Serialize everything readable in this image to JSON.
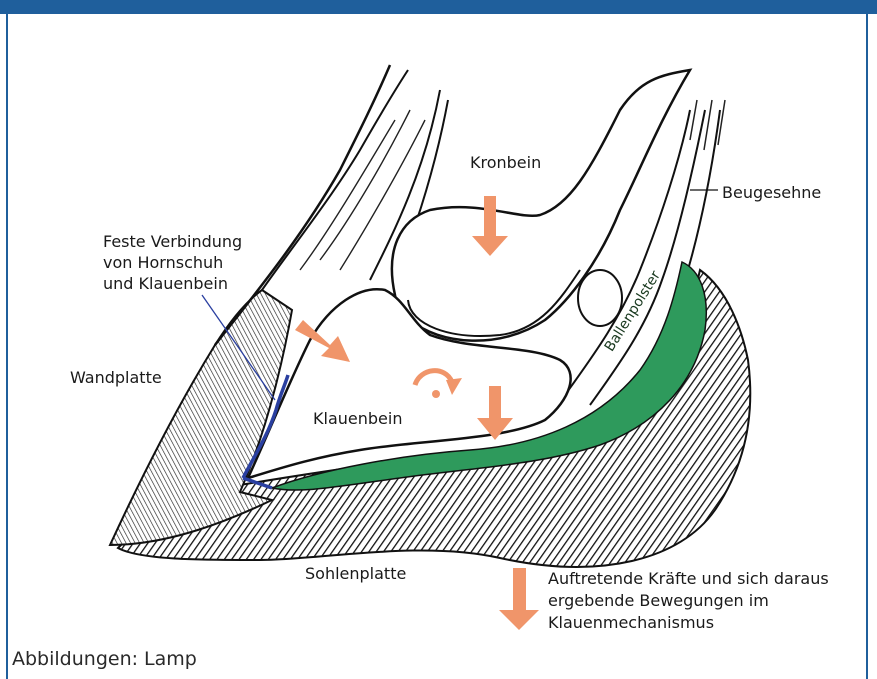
{
  "labels": {
    "kronbein": "Kronbein",
    "beugesehne": "Beugesehne",
    "feste_verbindung": [
      "Feste Verbindung",
      "von Hornschuh",
      "und Klauenbein"
    ],
    "wandplatte": "Wandplatte",
    "klauenbein": "Klauenbein",
    "ballenpolster": "Ballenpolster",
    "sohlenplatte": "Sohlenplatte",
    "legend": [
      "Auftretende Kräfte und sich daraus",
      "ergebende Bewegungen im",
      "Klauenmechanismus"
    ]
  },
  "credit": "Abbildungen: Lamp",
  "colors": {
    "frame": "#1f5f9c",
    "arrow": "#f0956a",
    "cushion": "#2e9a5c",
    "connection_line": "#2a3fa0",
    "ink": "#1a1a1a"
  }
}
